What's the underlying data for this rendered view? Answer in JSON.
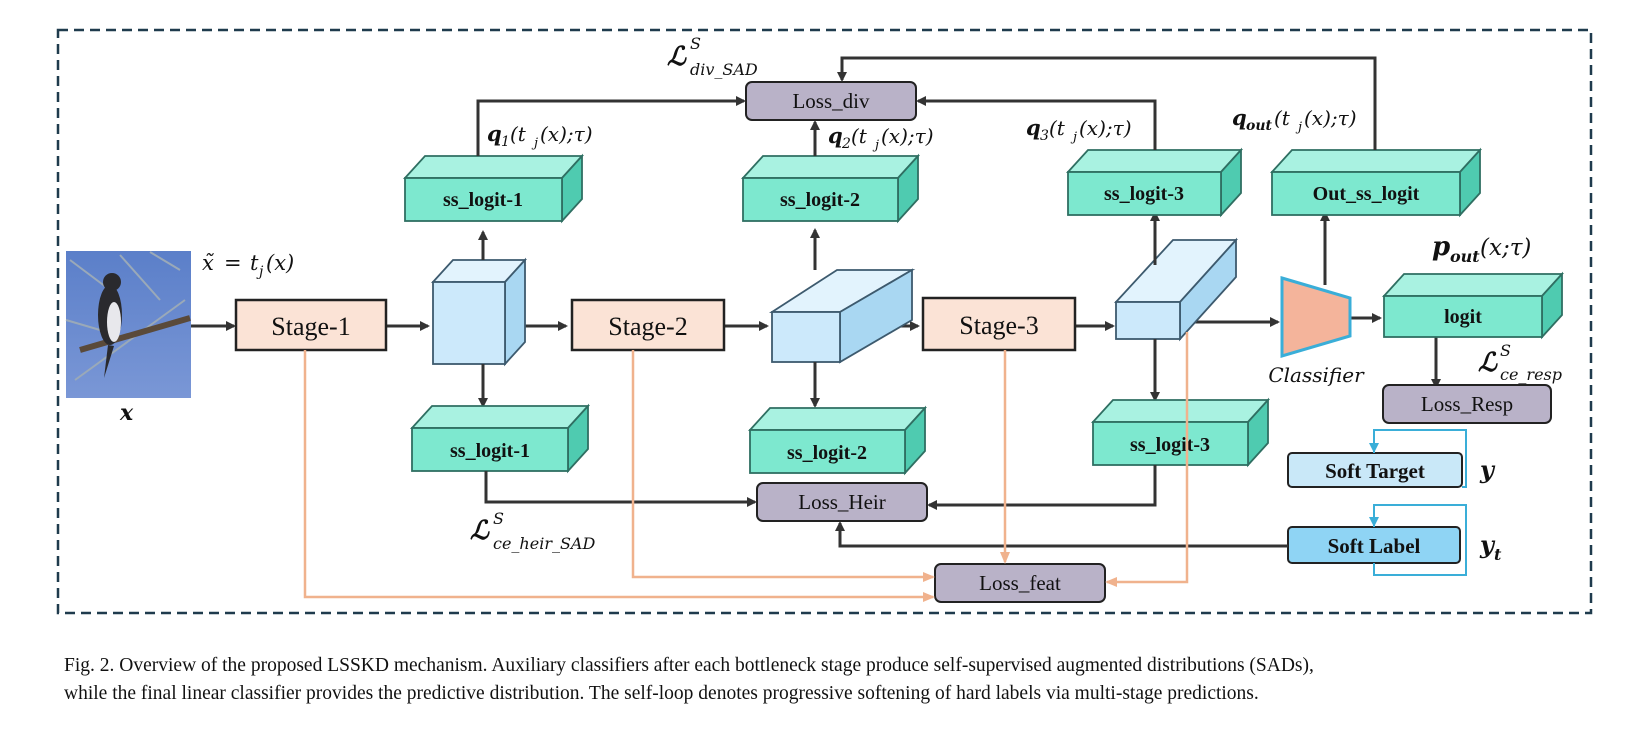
{
  "input": {
    "image_alt": "bird on branch",
    "label": "x",
    "aug_label": "x̃ = t_j(x)"
  },
  "stages": [
    "Stage-1",
    "Stage-2",
    "Stage-3"
  ],
  "ss_logits_top": [
    "ss_logit-1",
    "ss_logit-2",
    "ss_logit-3"
  ],
  "ss_logits_bottom": [
    "ss_logit-1",
    "ss_logit-2",
    "ss_logit-3"
  ],
  "out_ss_logit": "Out_ss_logit",
  "logit": "logit",
  "classifier_label": "Classifier",
  "losses": {
    "div": "Loss_div",
    "heir": "Loss_Heir",
    "feat": "Loss_feat",
    "resp": "Loss_Resp"
  },
  "soft": {
    "target": "Soft Target",
    "label": "Soft Label",
    "y": "y",
    "yt": "y"
  },
  "math": {
    "q1": "q",
    "q1_sub": "1",
    "q2": "q",
    "q2_sub": "2",
    "q3": "q",
    "q3_sub": "3",
    "qout": "q",
    "qout_sub": "out",
    "q_args": "(t",
    "q_args_j": "j",
    "q_args_end": "(x);τ)",
    "pout": "p",
    "pout_sub": "out",
    "pout_args": "(x;τ)",
    "L": "ℒ",
    "L_sup": "S",
    "div_sub": "div_SAD",
    "resp_sub": "ce_resp",
    "heir_sub": "ce_heir_SAD",
    "yt_sub": "t"
  },
  "caption": {
    "line1": "Fig. 2.  Overview of the proposed LSSKD mechanism. Auxiliary classifiers after each bottleneck stage produce self-supervised augmented distributions (SADs),",
    "line2": "while the final linear classifier provides the predictive distribution. The self-loop denotes progressive softening of hard labels via multi-stage predictions."
  },
  "colors": {
    "frame": "#1f3b4d",
    "stage_fill": "#fbe3d6",
    "logit_front": "#7de8cf",
    "logit_top": "#a9f2e1",
    "logit_side": "#4fcbb0",
    "feat_front": "#cce9fb",
    "loss_fill": "#b9b2c8",
    "soft_target": "#c9e8f8",
    "soft_label": "#8fd4f4",
    "orange": "#f0b28d",
    "classifier": "#f4b49b",
    "arrow": "#333333",
    "cyan": "#3aaed8"
  }
}
